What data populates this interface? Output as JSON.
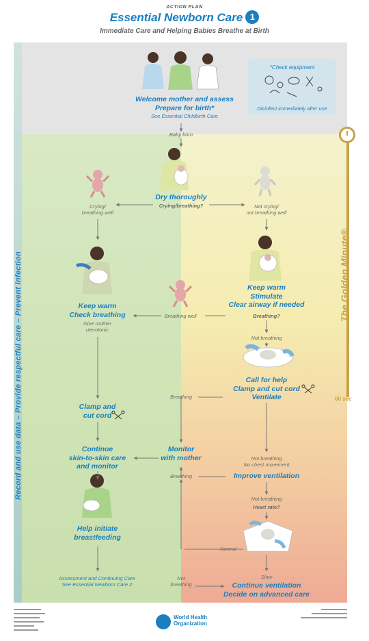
{
  "header": {
    "kicker": "ACTION PLAN",
    "title": "Essential Newborn Care",
    "number": "1",
    "subtitle": "Immediate Care and Helping Babies Breathe at Birth"
  },
  "side": {
    "left_vertical": "Record and use data   –   Provide respectful care   –   Prevent infection",
    "right_vertical": "The Golden Minute®",
    "time_mark": "60 sec"
  },
  "equipment": {
    "title": "*Check equipment",
    "note": "Disinfect immediately after use"
  },
  "steps": {
    "welcome_line1": "Welcome mother and assess",
    "welcome_line2": "Prepare for birth*",
    "welcome_link": "See Essential Childbirth Care",
    "baby_born": "Baby born",
    "dry": "Dry thoroughly",
    "crying_question": "Crying/breathing?",
    "crying_well_1": "Crying/",
    "crying_well_2": "breathing well",
    "not_crying_1": "Not crying/",
    "not_crying_2": "not breathing well",
    "keep_warm_r": "Keep warm",
    "stimulate": "Stimulate",
    "clear_airway": "Clear airway if needed",
    "breathing_question": "Breathing?",
    "breathing_well": "Breathing well",
    "keep_warm_l": "Keep warm",
    "check_breathing": "Check breathing",
    "give_mother_1": "Give mother",
    "give_mother_2": "uterotonic",
    "not_breathing": "Not breathing",
    "call_help": "Call for help",
    "clamp_cut_cord": "Clamp and cut cord",
    "ventilate": "Ventilate",
    "breathing_1": "Breathing",
    "clamp_l1": "Clamp and",
    "clamp_l2": "cut cord",
    "continue_1": "Continue",
    "continue_2": "skin-to-skin care",
    "continue_3": "and monitor",
    "monitor_1": "Monitor",
    "monitor_2": "with mother",
    "not_breathing_2": "Not breathing",
    "no_chest": "No chest movement",
    "breathing_2": "Breathing",
    "improve_vent": "Improve ventilation",
    "not_breathing_3": "Not breathing",
    "heart_rate": "Heart rate?",
    "help_bf_1": "Help initiate",
    "help_bf_2": "breastfeeding",
    "normal": "Normal",
    "slow": "Slow",
    "assess_1": "Assessment and Continuing Care",
    "assess_2": "See Essential Newborn Care 2",
    "not_1": "Not",
    "not_2": "breathing",
    "cont_vent": "Continue ventilation",
    "decide": "Decide on advanced care"
  },
  "footer": {
    "org_line1": "World Health",
    "org_line2": "Organization"
  },
  "colors": {
    "accent_blue": "#1a7fc0",
    "gold": "#c8a24a",
    "green_zone": "#d8e9c4",
    "yellow_zone": "#f4f2cc",
    "red_zone": "#eeaa95"
  }
}
